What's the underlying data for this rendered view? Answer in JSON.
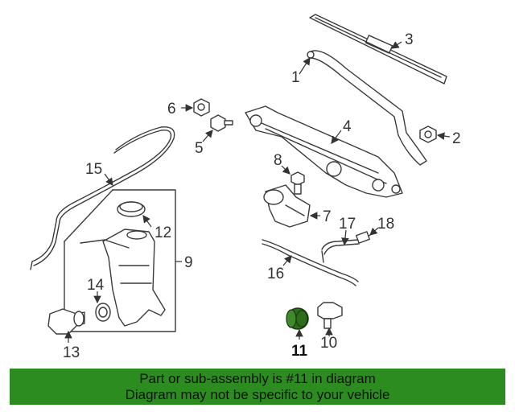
{
  "diagram": {
    "callouts": [
      "1",
      "2",
      "3",
      "4",
      "5",
      "6",
      "7",
      "8",
      "9",
      "10",
      "11",
      "12",
      "13",
      "14",
      "15",
      "16",
      "17",
      "18"
    ],
    "highlighted_part": "11",
    "highlight_color": "#2d6e1c"
  },
  "banner": {
    "line1": "Part or sub-assembly is #11 in diagram",
    "line2": "Diagram may not be specific to your vehicle",
    "background": "#2d8c1f"
  }
}
